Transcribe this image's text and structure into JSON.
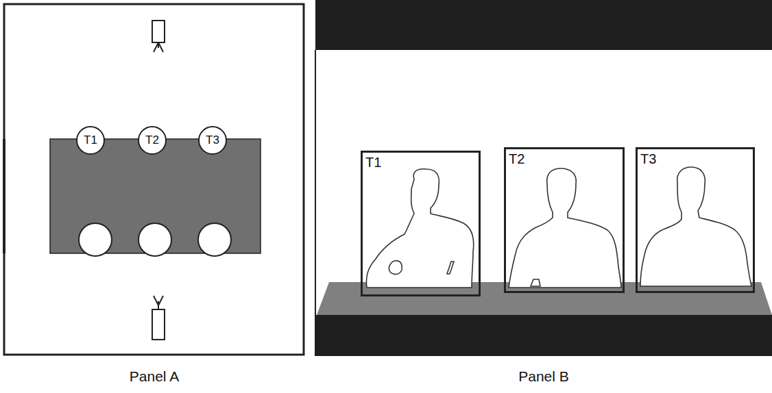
{
  "diagram": {
    "nodes": [
      {
        "text": [
          "T1"
        ]
      },
      {
        "text": [
          "T2"
        ]
      },
      {
        "text": [
          "T3"
        ]
      },
      {
        "text": [
          "T1"
        ]
      },
      {
        "text": [
          "T2"
        ]
      },
      {
        "text": [
          "T3"
        ]
      }
    ],
    "labels": [
      "Panel A",
      "Panel B"
    ]
  }
}
